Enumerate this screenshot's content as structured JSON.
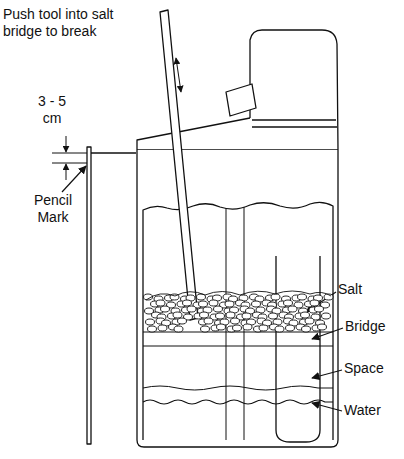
{
  "diagram": {
    "labels": [
      "Push tool into salt bridge to break",
      "3 - 5 cm",
      "Pencil Mark",
      "Salt",
      "Bridge",
      "Space",
      "Water"
    ]
  }
}
